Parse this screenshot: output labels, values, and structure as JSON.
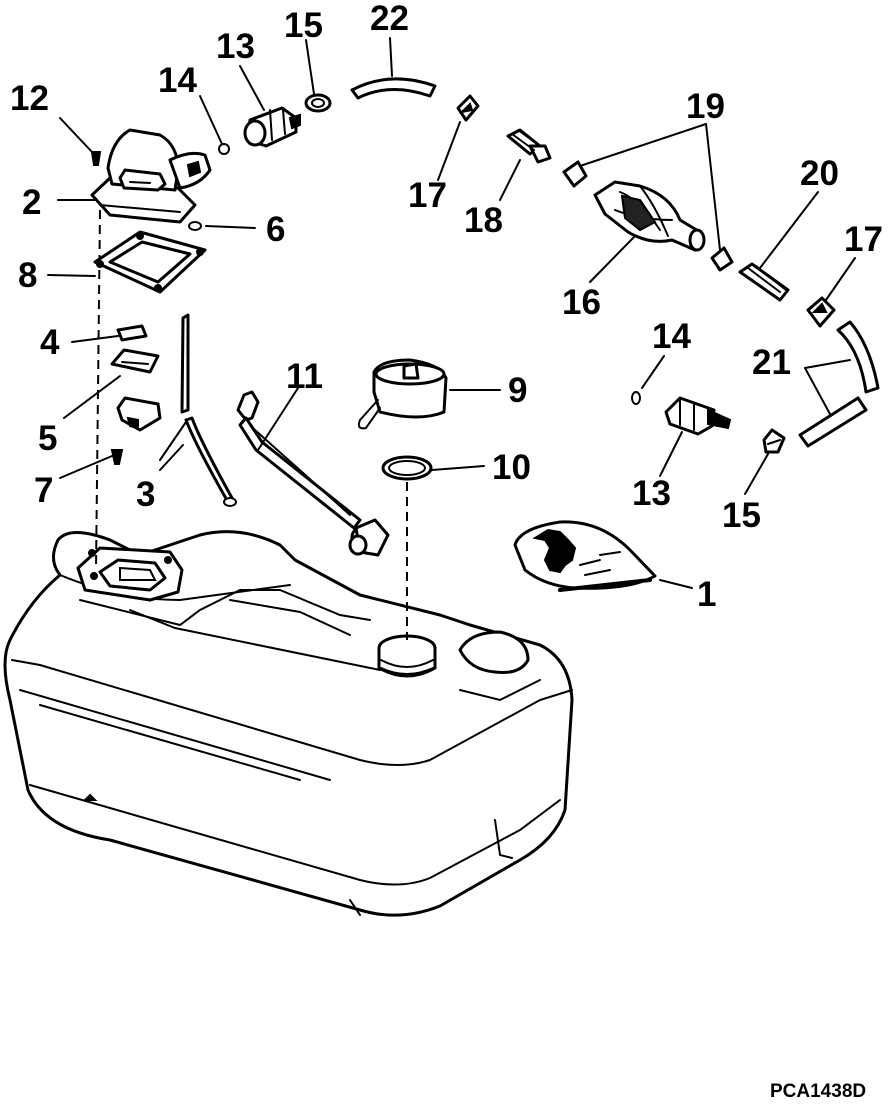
{
  "diagram": {
    "drawing_code": "PCA1438D",
    "callouts": {
      "c1": "1",
      "c2": "2",
      "c3": "3",
      "c4": "4",
      "c5": "5",
      "c6": "6",
      "c7": "7",
      "c8": "8",
      "c9": "9",
      "c10": "10",
      "c11": "11",
      "c12": "12",
      "c13a": "13",
      "c13b": "13",
      "c14a": "14",
      "c14b": "14",
      "c15a": "15",
      "c15b": "15",
      "c16": "16",
      "c17a": "17",
      "c17b": "17",
      "c18": "18",
      "c19": "19",
      "c20": "20",
      "c21": "21",
      "c22": "22"
    }
  }
}
